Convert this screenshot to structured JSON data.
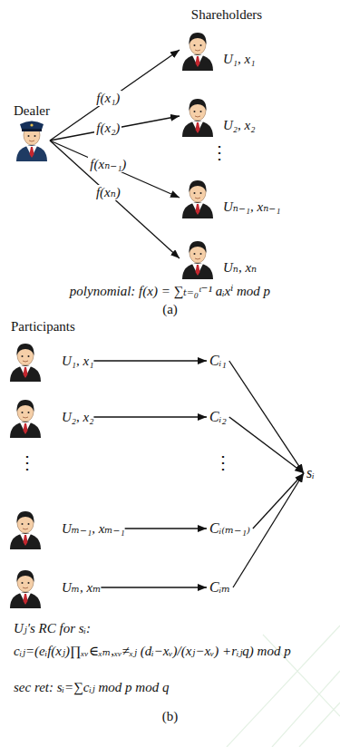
{
  "diagram": {
    "nodes": [
      {
        "text": [
          "Dealer"
        ]
      },
      {
        "text": [
          "U₁, x₁"
        ]
      },
      {
        "text": [
          "U₂, x₂"
        ]
      },
      {
        "text": [
          "Uₙ₋₁, xₙ₋₁"
        ]
      },
      {
        "text": [
          "Uₙ, xₙ"
        ]
      },
      {
        "text": [
          "U₁, x₁"
        ]
      },
      {
        "text": [
          "U₂, x₂"
        ]
      },
      {
        "text": [
          "Uₘ₋₁, xₘ₋₁"
        ]
      },
      {
        "text": [
          "Uₘ, xₘ"
        ]
      },
      {
        "text": [
          "Cᵢ₁"
        ]
      },
      {
        "text": [
          "Cᵢ₂"
        ]
      },
      {
        "text": [
          "Cᵢ₍ₘ₋₁₎"
        ]
      },
      {
        "text": [
          "Cᵢₘ"
        ]
      },
      {
        "text": [
          "sᵢ"
        ]
      }
    ],
    "edges": [
      {
        "from": 0,
        "to": 1,
        "label": "f(x₁)",
        "arrow": "to"
      },
      {
        "from": 0,
        "to": 2,
        "label": "f(x₂)",
        "arrow": "to"
      },
      {
        "from": 0,
        "to": 3,
        "label": "f(xₙ₋₁)",
        "arrow": "to"
      },
      {
        "from": 0,
        "to": 4,
        "label": "f(xₙ)",
        "arrow": "to"
      },
      {
        "from": 5,
        "to": 9,
        "arrow": "to"
      },
      {
        "from": 6,
        "to": 10,
        "arrow": "to"
      },
      {
        "from": 7,
        "to": 11,
        "arrow": "to"
      },
      {
        "from": 8,
        "to": 12,
        "arrow": "to"
      },
      {
        "from": 9,
        "to": 13,
        "arrow": "to"
      },
      {
        "from": 10,
        "to": 13,
        "arrow": "to"
      },
      {
        "from": 11,
        "to": 13,
        "arrow": "to"
      },
      {
        "from": 12,
        "to": 13,
        "arrow": "to"
      }
    ],
    "labels": [
      "Shareholders",
      "⋮",
      "polynomial: f(x) = ∑ₜ₌₀ᵗ⁻¹ aᵢxⁱ mod p",
      "(a)",
      "Participants",
      "⋮",
      "⋮",
      "Uⱼ's RC for sᵢ:",
      "cᵢⱼ=(eᵢf(xⱼ)∏ₓᵥ∈ₓₘ,ₓᵥ≠ₓⱼ (dᵢ−xᵥ)/(xⱼ−xᵥ) +rᵢⱼq) mod p",
      "sec ret: sᵢ=∑cᵢⱼ mod p mod q",
      "(b)"
    ]
  }
}
